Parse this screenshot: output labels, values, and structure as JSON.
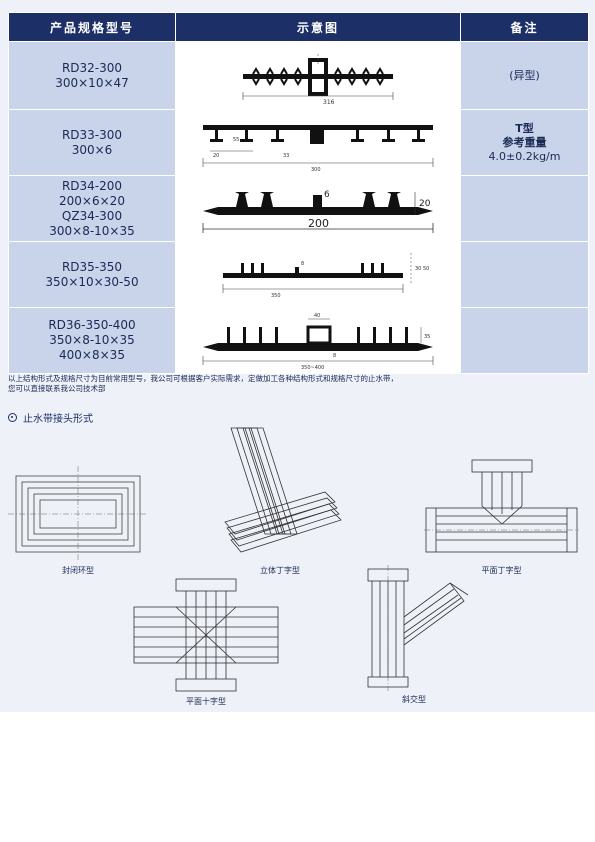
{
  "table": {
    "headers": {
      "model": "产品规格型号",
      "diagram": "示意图",
      "note": "备注"
    },
    "rows": [
      {
        "model_lines": [
          "RD32-300",
          "300×10×47"
        ],
        "diagram_labels": [
          "316"
        ],
        "note_lines": [
          "(异型)"
        ]
      },
      {
        "model_lines": [
          "RD33-300",
          "300×6"
        ],
        "diagram_labels": [
          "55",
          "20",
          "33",
          "300"
        ],
        "note_lines": [
          "T型",
          "参考重量",
          "4.0±0.2kg/m"
        ]
      },
      {
        "model_lines": [
          "RD34-200",
          "200×6×20",
          "QZ34-300",
          "300×8-10×35"
        ],
        "diagram_labels": [
          "6",
          "20",
          "200"
        ],
        "note_lines": []
      },
      {
        "model_lines": [
          "RD35-350",
          "350×10×30-50"
        ],
        "diagram_labels": [
          "8",
          "350",
          "30 50"
        ],
        "note_lines": []
      },
      {
        "model_lines": [
          "RD36-350-400",
          "350×8-10×35",
          "400×8×35"
        ],
        "diagram_labels": [
          "40",
          "35",
          "350~400",
          "8"
        ],
        "note_lines": []
      }
    ]
  },
  "footnote": {
    "lines": [
      "以上结构形式及规格尺寸为目前常用型号，我公司可根据客户实际需求，定做加工各种结构形式和规格尺寸的止水带，",
      "您可以直接联系我公司技术部"
    ]
  },
  "joints": {
    "title": "止水带接头形式",
    "items": [
      {
        "label": "封闭环型"
      },
      {
        "label": "立体丁字型"
      },
      {
        "label": "平面丁字型"
      },
      {
        "label": "平面十字型"
      },
      {
        "label": "斜交型"
      }
    ]
  },
  "colors": {
    "header_bg": "#1c2f66",
    "cell_bg": "#c9d3ea",
    "page_bg": "#eef1f8"
  }
}
